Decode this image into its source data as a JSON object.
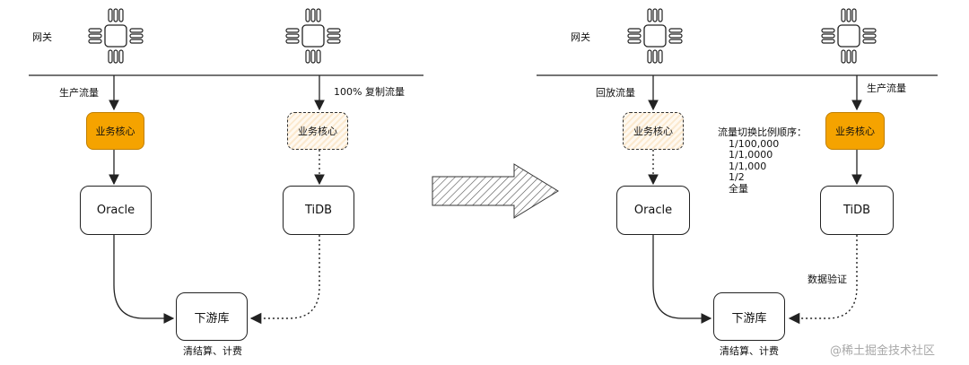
{
  "left": {
    "gateway_label": "网关",
    "traffic_left": "生产流量",
    "traffic_right": "100% 复制流量",
    "core_left": "业务核心",
    "core_right": "业务核心",
    "db_left": "Oracle",
    "db_right": "TiDB",
    "downstream": "下游库",
    "downstream_note": "清结算、计费"
  },
  "right": {
    "gateway_label": "网关",
    "traffic_left": "回放流量",
    "traffic_right": "生产流量",
    "core_left": "业务核心",
    "core_right": "业务核心",
    "db_left": "Oracle",
    "db_right": "TiDB",
    "downstream": "下游库",
    "downstream_note": "清结算、计费",
    "verify_label": "数据验证",
    "switch_title": "流量切换比例顺序：",
    "switch_steps": [
      "1/100,000",
      "1/1,0000",
      "1/1,000",
      "1/2",
      "全量"
    ]
  },
  "watermark": "@稀土掘金技术社区",
  "colors": {
    "active_core": "#f5a300",
    "standby_core": "#fbe9cf",
    "line": "#222222"
  }
}
